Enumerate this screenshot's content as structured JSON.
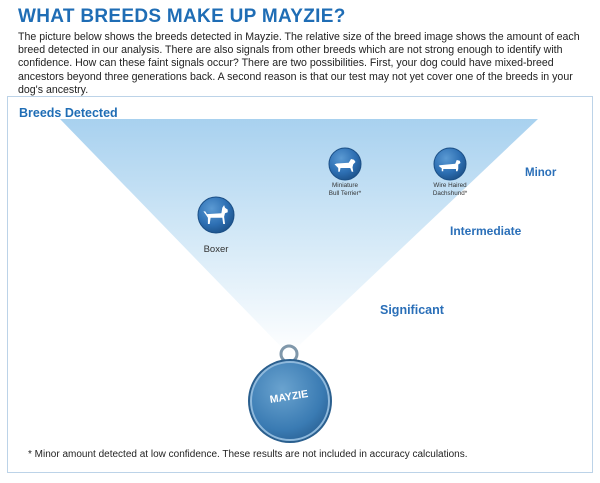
{
  "title": "WHAT BREEDS MAKE UP MAYZIE?",
  "intro": "The picture below shows the breeds detected in Mayzie. The relative size of the breed image shows the amount of each breed detected in our analysis. There are also signals from other breeds which are not strong enough to identify with confidence. How can these faint signals occur? There are two possibilities. First, your dog could have mixed-breed ancestors beyond three generations back. A second reason is that our test may not yet cover one of the breeds in your dog's ancestry.",
  "panel": {
    "heading": "Breeds Detected",
    "levels": {
      "minor": "Minor",
      "intermediate": "Intermediate",
      "significant": "Significant"
    },
    "root": "MAYZIE",
    "breeds": [
      {
        "name": "Boxer",
        "level": "Intermediate",
        "icon": "boxer-dog-icon"
      },
      {
        "name_line1": "Miniature",
        "name_line2": "Bull Terrier*",
        "level": "Minor",
        "icon": "bull-terrier-dog-icon"
      },
      {
        "name_line1": "Wire Haired",
        "name_line2": "Dachshund*",
        "level": "Minor",
        "icon": "dachshund-dog-icon"
      }
    ],
    "footnote": "* Minor amount detected at low confidence. These results are not included in accuracy calculations."
  },
  "colors": {
    "accent": "#1f6db5",
    "badge": "#2d78c0",
    "funnel_top": "#a8d1ef"
  }
}
